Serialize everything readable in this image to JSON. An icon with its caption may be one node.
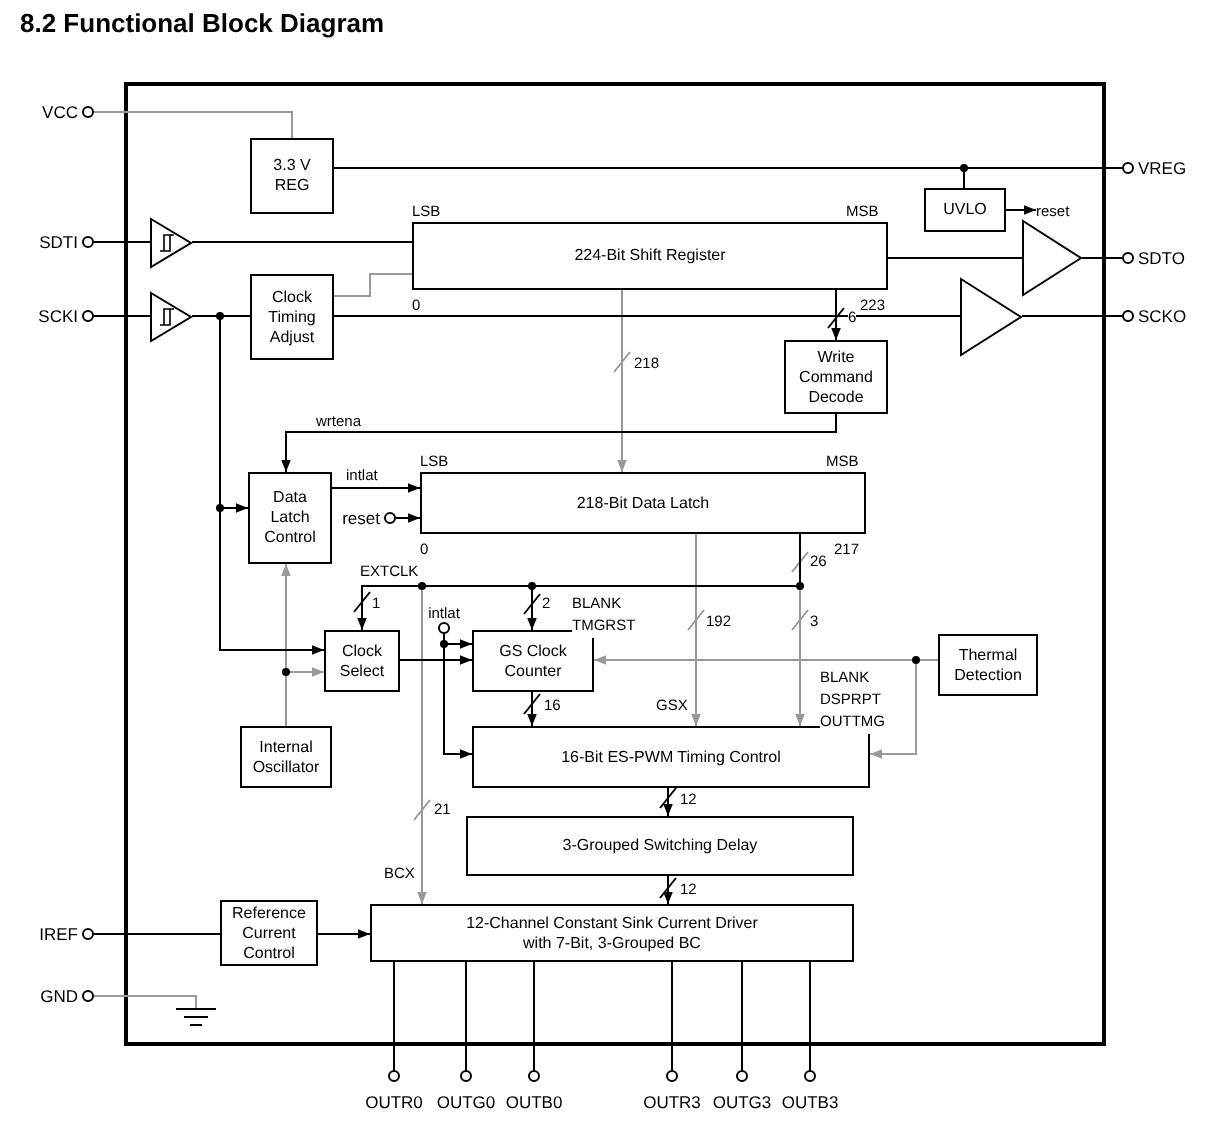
{
  "diagram": {
    "title": "8.2 Functional Block Diagram",
    "nodes": [
      {
        "text": [
          "VCC"
        ]
      },
      {
        "text": [
          "3.3 V REG"
        ]
      },
      {
        "text": [
          "VREG"
        ]
      },
      {
        "text": [
          "UVLO"
        ]
      },
      {
        "text": [
          "reset"
        ]
      },
      {
        "text": [
          "SDTI"
        ]
      },
      {
        "text": [],
        "shape": "triangle"
      },
      {
        "text": [
          "224-Bit Shift Register"
        ],
        "beside": [
          "LSB",
          "MSB",
          "0",
          "223"
        ]
      },
      {
        "text": [],
        "shape": "triangle"
      },
      {
        "text": [
          "SDTO"
        ]
      },
      {
        "text": [
          "SCKI"
        ]
      },
      {
        "text": [],
        "shape": "triangle"
      },
      {
        "text": [
          "Clock Timing Adjust"
        ]
      },
      {
        "text": [],
        "shape": "triangle"
      },
      {
        "text": [
          "SCKO"
        ]
      },
      {
        "text": [
          "Write Command Decode"
        ]
      },
      {
        "text": [
          "Data Latch Control"
        ]
      },
      {
        "text": [
          "218-Bit Data Latch"
        ],
        "beside": [
          "LSB",
          "MSB",
          "0",
          "217"
        ]
      },
      {
        "text": [
          "reset"
        ]
      },
      {
        "text": [
          "Clock Select"
        ]
      },
      {
        "text": [
          "intlat"
        ]
      },
      {
        "text": [
          "GS Clock Counter"
        ]
      },
      {
        "text": [
          "Thermal Detection"
        ]
      },
      {
        "text": [
          "Internal Oscillator"
        ]
      },
      {
        "text": [
          "16-Bit ES-PWM Timing Control"
        ]
      },
      {
        "text": [
          "3-Grouped Switching Delay"
        ]
      },
      {
        "text": [
          "Reference Current Control"
        ]
      },
      {
        "text": [
          "IREF"
        ]
      },
      {
        "text": [
          "12-Channel Constant Sink Current Driver with 7-Bit, 3-Grouped BC"
        ]
      },
      {
        "text": [
          "GND"
        ]
      },
      {
        "text": [],
        "shape": "ground"
      },
      {
        "text": [
          "OUTR0"
        ]
      },
      {
        "text": [
          "OUTG0"
        ]
      },
      {
        "text": [
          "OUTB0"
        ]
      },
      {
        "text": [
          "OUTR3"
        ]
      },
      {
        "text": [
          "OUTG3"
        ]
      },
      {
        "text": [
          "OUTB3"
        ]
      }
    ],
    "edges": [
      {
        "from": 0,
        "to": 1,
        "arrow": "none",
        "color": "#999999"
      },
      {
        "from": 1,
        "to": 2,
        "arrow": "none"
      },
      {
        "from": 1,
        "to": 3,
        "arrow": "none"
      },
      {
        "from": 3,
        "to": 4,
        "arrow": "to"
      },
      {
        "from": 5,
        "to": 6,
        "arrow": "none"
      },
      {
        "from": 6,
        "to": 7,
        "arrow": "none"
      },
      {
        "from": 10,
        "to": 11,
        "arrow": "none"
      },
      {
        "from": 11,
        "to": 12,
        "arrow": "none"
      },
      {
        "from": 12,
        "to": 7,
        "arrow": "none",
        "color": "#999999"
      },
      {
        "from": 12,
        "to": 13,
        "arrow": "none"
      },
      {
        "from": 13,
        "to": 14,
        "arrow": "none"
      },
      {
        "from": 7,
        "to": 8,
        "arrow": "none"
      },
      {
        "from": 8,
        "to": 9,
        "arrow": "none"
      },
      {
        "from": 7,
        "to": 15,
        "arrow": "to",
        "label": "6"
      },
      {
        "from": 7,
        "to": 17,
        "arrow": "to",
        "label": "218",
        "color": "#999999"
      },
      {
        "from": 15,
        "to": 16,
        "arrow": "to",
        "label": "wrtena"
      },
      {
        "from": 11,
        "to": 16,
        "arrow": "to"
      },
      {
        "from": 11,
        "to": 19,
        "arrow": "to"
      },
      {
        "from": 16,
        "to": 17,
        "arrow": "to",
        "label": "intlat"
      },
      {
        "from": 18,
        "to": 17,
        "arrow": "to"
      },
      {
        "from": 23,
        "to": 16,
        "arrow": "to",
        "color": "#999999"
      },
      {
        "from": 23,
        "to": 19,
        "arrow": "to",
        "color": "#999999"
      },
      {
        "from": 17,
        "to": 19,
        "arrow": "to",
        "label": "EXTCLK"
      },
      {
        "from": 17,
        "to": 21,
        "arrow": "to",
        "label": "BLANK TMGRST"
      },
      {
        "from": 17,
        "to": 24,
        "arrow": "to",
        "label": "BLANK DSPRPT OUTTMG",
        "color": "#999999"
      },
      {
        "from": 17,
        "to": 28,
        "arrow": "to",
        "label": "BCX",
        "color": "#999999"
      },
      {
        "from": 17,
        "to": 24,
        "arrow": "to",
        "label": "GSX",
        "color": "#999999"
      },
      {
        "from": 19,
        "to": 21,
        "arrow": "to"
      },
      {
        "from": 20,
        "to": 21,
        "arrow": "to"
      },
      {
        "from": 20,
        "to": 24,
        "arrow": "to"
      },
      {
        "from": 22,
        "to": 21,
        "arrow": "to",
        "color": "#999999"
      },
      {
        "from": 22,
        "to": 24,
        "arrow": "to",
        "color": "#999999"
      },
      {
        "from": 21,
        "to": 24,
        "arrow": "to",
        "label": "16"
      },
      {
        "from": 24,
        "to": 25,
        "arrow": "to",
        "label": "12"
      },
      {
        "from": 25,
        "to": 28,
        "arrow": "to",
        "label": "12"
      },
      {
        "from": 27,
        "to": 26,
        "arrow": "none"
      },
      {
        "from": 26,
        "to": 28,
        "arrow": "to"
      },
      {
        "from": 29,
        "to": 30,
        "arrow": "none",
        "color": "#999999"
      },
      {
        "from": 28,
        "to": 31,
        "arrow": "none"
      },
      {
        "from": 28,
        "to": 32,
        "arrow": "none"
      },
      {
        "from": 28,
        "to": 33,
        "arrow": "none"
      },
      {
        "from": 28,
        "to": 34,
        "arrow": "none"
      },
      {
        "from": 28,
        "to": 35,
        "arrow": "none"
      },
      {
        "from": 28,
        "to": 36,
        "arrow": "none"
      }
    ],
    "labels": [
      "26",
      "1",
      "2",
      "192",
      "3",
      "21"
    ]
  }
}
